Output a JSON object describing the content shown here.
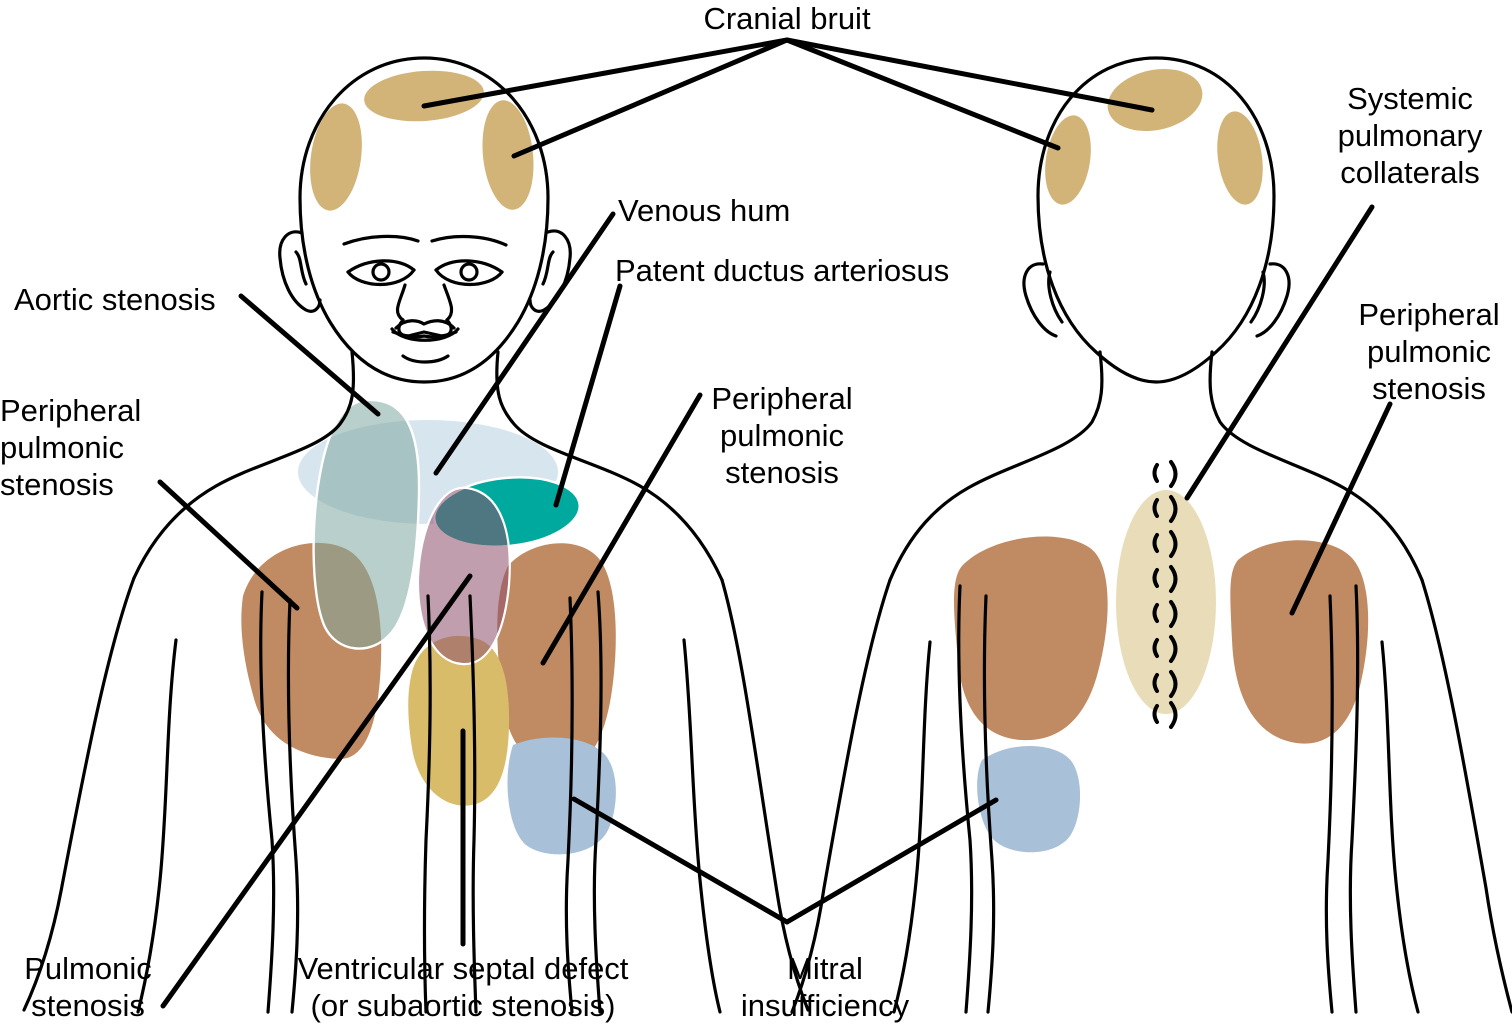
{
  "figure": {
    "kind": "medical-diagram",
    "subject": "Auscultation sites of cardiac murmurs in a child, anterior and posterior views",
    "views": [
      {
        "name": "anterior-view",
        "position": "left"
      },
      {
        "name": "posterior-view",
        "position": "right"
      }
    ]
  },
  "labels": {
    "cranial_bruit": "Cranial bruit",
    "systemic_pulmonary_collaterals": "Systemic\npulmonary\ncollaterals",
    "peripheral_pulmonic_stenosis_right": "Peripheral\npulmonic\nstenosis",
    "venous_hum": "Venous hum",
    "patent_ductus_arteriosus": "Patent ductus arteriosus",
    "peripheral_pulmonic_stenosis_center": "Peripheral\npulmonic\nstenosis",
    "aortic_stenosis": "Aortic stenosis",
    "peripheral_pulmonic_stenosis_left": "Peripheral\npulmonic\nstenosis",
    "pulmonic_stenosis": "Pulmonic\nstenosis",
    "ventricular_septal_defect": "Ventricular septal defect\n(or subaortic stenosis)",
    "mitral_insufficiency": "Mitral\ninsufficiency"
  },
  "colors": {
    "outline": "#000000",
    "leader": "#000000",
    "cranial_patch": "#D2B478",
    "spine_patch": "#E8DCB9",
    "lung_brown": "#C08A62",
    "pale_blue": "#D7E1EA",
    "teal": "#00A99D",
    "sage": "#9FBEB8",
    "mauve": "#A88095",
    "gold": "#D8BC6A",
    "steel_blue": "#A8C0D8",
    "background": "#FFFFFF"
  },
  "regions": [
    {
      "name": "cranial-vertex-patch-anterior",
      "color": "#D2B478",
      "murmur": "Cranial bruit"
    },
    {
      "name": "cranial-left-temporal-patch-anterior",
      "color": "#D2B478",
      "murmur": "Cranial bruit"
    },
    {
      "name": "cranial-right-temporal-patch-anterior",
      "color": "#D2B478",
      "murmur": "Cranial bruit"
    },
    {
      "name": "cranial-vertex-patch-posterior",
      "color": "#D2B478",
      "murmur": "Cranial bruit"
    },
    {
      "name": "cranial-left-temporal-patch-posterior",
      "color": "#D2B478",
      "murmur": "Cranial bruit"
    },
    {
      "name": "cranial-right-temporal-patch-posterior",
      "color": "#D2B478",
      "murmur": "Cranial bruit"
    },
    {
      "name": "venous-hum-region",
      "color": "#D7E1EA",
      "murmur": "Venous hum"
    },
    {
      "name": "aortic-stenosis-region",
      "color": "#9FBEB8",
      "murmur": "Aortic stenosis"
    },
    {
      "name": "patent-ductus-arteriosus-region",
      "color": "#00A99D",
      "murmur": "Patent ductus arteriosus"
    },
    {
      "name": "pulmonic-stenosis-region",
      "color": "#A88095",
      "murmur": "Pulmonic stenosis"
    },
    {
      "name": "ventricular-septal-defect-region",
      "color": "#D8BC6A",
      "murmur": "Ventricular septal defect (or subaortic stenosis)"
    },
    {
      "name": "peripheral-pulmonic-stenosis-left-lung-anterior",
      "color": "#C08A62",
      "murmur": "Peripheral pulmonic stenosis"
    },
    {
      "name": "peripheral-pulmonic-stenosis-right-lung-anterior",
      "color": "#C08A62",
      "murmur": "Peripheral pulmonic stenosis"
    },
    {
      "name": "mitral-insufficiency-region-anterior",
      "color": "#A8C0D8",
      "murmur": "Mitral insufficiency"
    },
    {
      "name": "peripheral-pulmonic-stenosis-left-lung-posterior",
      "color": "#C08A62",
      "murmur": "Peripheral pulmonic stenosis"
    },
    {
      "name": "peripheral-pulmonic-stenosis-right-lung-posterior",
      "color": "#C08A62",
      "murmur": "Peripheral pulmonic stenosis"
    },
    {
      "name": "mitral-insufficiency-region-posterior",
      "color": "#A8C0D8",
      "murmur": "Mitral insufficiency"
    },
    {
      "name": "systemic-pulmonary-collaterals-spine-region",
      "color": "#E8DCB9",
      "murmur": "Systemic pulmonary collaterals"
    }
  ]
}
